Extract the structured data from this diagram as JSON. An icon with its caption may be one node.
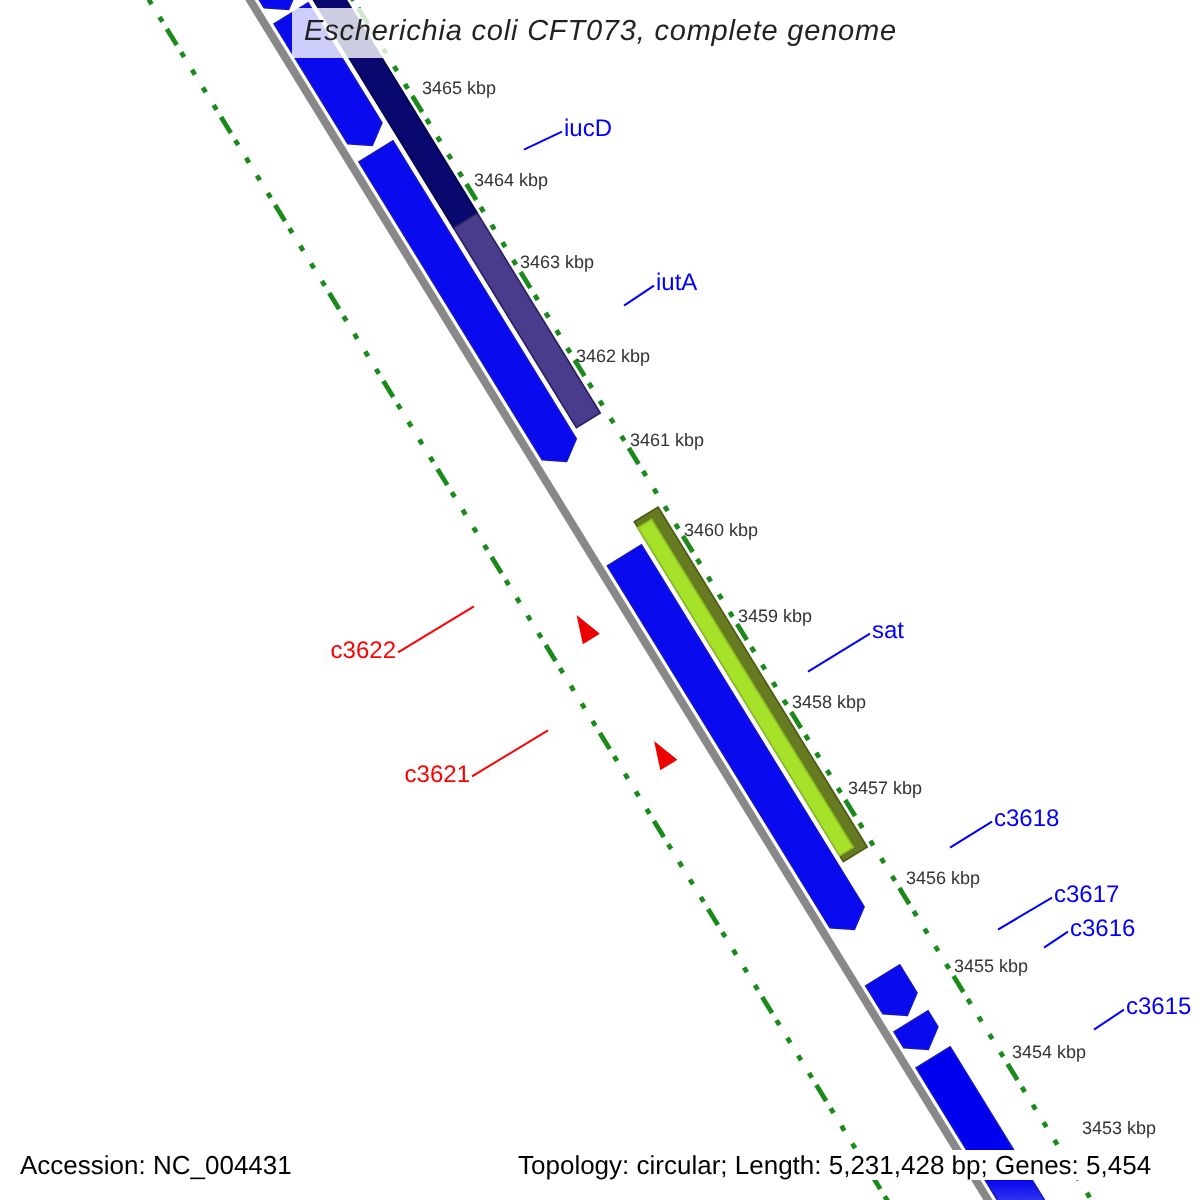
{
  "diagram": {
    "title": "Escherichia coli CFT073, complete genome",
    "nodes": [
      {
        "text": [
          "iucD"
        ]
      },
      {
        "text": [
          "iutA"
        ]
      },
      {
        "text": [
          "c3622"
        ]
      },
      {
        "text": [
          "sat"
        ]
      },
      {
        "text": [
          "c3621"
        ]
      },
      {
        "text": [
          "c3618"
        ]
      },
      {
        "text": [
          "c3617"
        ]
      },
      {
        "text": [
          "c3616"
        ]
      },
      {
        "text": [
          "c3615"
        ]
      }
    ],
    "edges": [
      {
        "from": 0,
        "to": null,
        "arrow": "none"
      },
      {
        "from": 1,
        "to": null,
        "arrow": "none"
      },
      {
        "from": 2,
        "to": null,
        "arrow": "none",
        "color": "#ff0000"
      },
      {
        "from": 3,
        "to": null,
        "arrow": "none"
      },
      {
        "from": 4,
        "to": null,
        "arrow": "none",
        "color": "#ff0000"
      },
      {
        "from": 5,
        "to": null,
        "arrow": "none"
      },
      {
        "from": 6,
        "to": null,
        "arrow": "none"
      },
      {
        "from": 7,
        "to": null,
        "arrow": "none"
      },
      {
        "from": 8,
        "to": null,
        "arrow": "none"
      }
    ],
    "labels": [
      "3465 kbp",
      "3464 kbp",
      "3463 kbp",
      "3462 kbp",
      "3461 kbp",
      "3460 kbp",
      "3459 kbp",
      "3458 kbp",
      "3457 kbp",
      "3456 kbp",
      "3455 kbp",
      "3454 kbp",
      "3453 kbp",
      "Accession: NC_004431",
      "Topology: circular; Length: 5,231,428 bp; Genes: 5,454"
    ]
  }
}
